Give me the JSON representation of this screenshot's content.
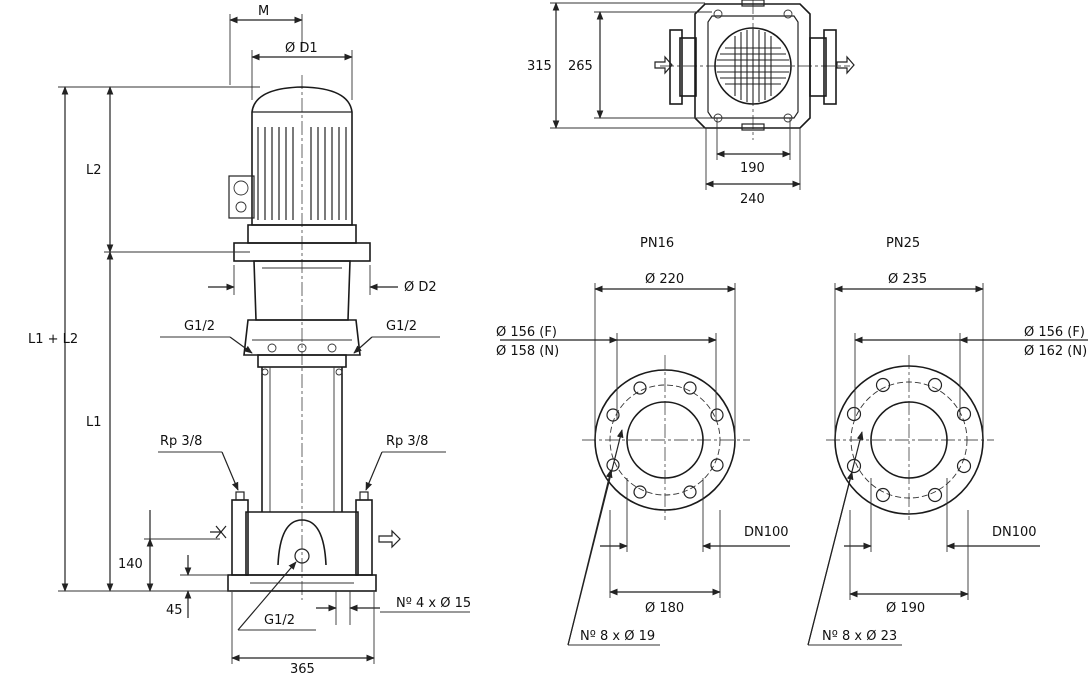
{
  "side_view": {
    "m": "M",
    "d1": "Ø D1",
    "d2": "Ø D2",
    "l2": "L2",
    "l1": "L1",
    "l1_l2": "L1 + L2",
    "g12_left": "G1/2",
    "g12_right": "G1/2",
    "rp38_left": "Rp 3/8",
    "rp38_right": "Rp 3/8",
    "dim_140": "140",
    "dim_45": "45",
    "g12_bottom": "G1/2",
    "dim_365": "365",
    "holes_base": "Nº 4 x Ø 15"
  },
  "top_view": {
    "dim_315": "315",
    "dim_265": "265",
    "dim_190": "190",
    "dim_240": "240"
  },
  "flange_pn16": {
    "title": "PN16",
    "outer": "Ø 220",
    "pcd_f": "Ø 156 (F)",
    "pcd_n": "Ø 158 (N)",
    "dn": "DN100",
    "bolt_circle": "Ø 180",
    "holes": "Nº 8 x Ø 19"
  },
  "flange_pn25": {
    "title": "PN25",
    "outer": "Ø 235",
    "pcd_f": "Ø 156 (F)",
    "pcd_n": "Ø 162 (N)",
    "dn": "DN100",
    "bolt_circle": "Ø 190",
    "holes": "Nº 8 x Ø 23"
  }
}
